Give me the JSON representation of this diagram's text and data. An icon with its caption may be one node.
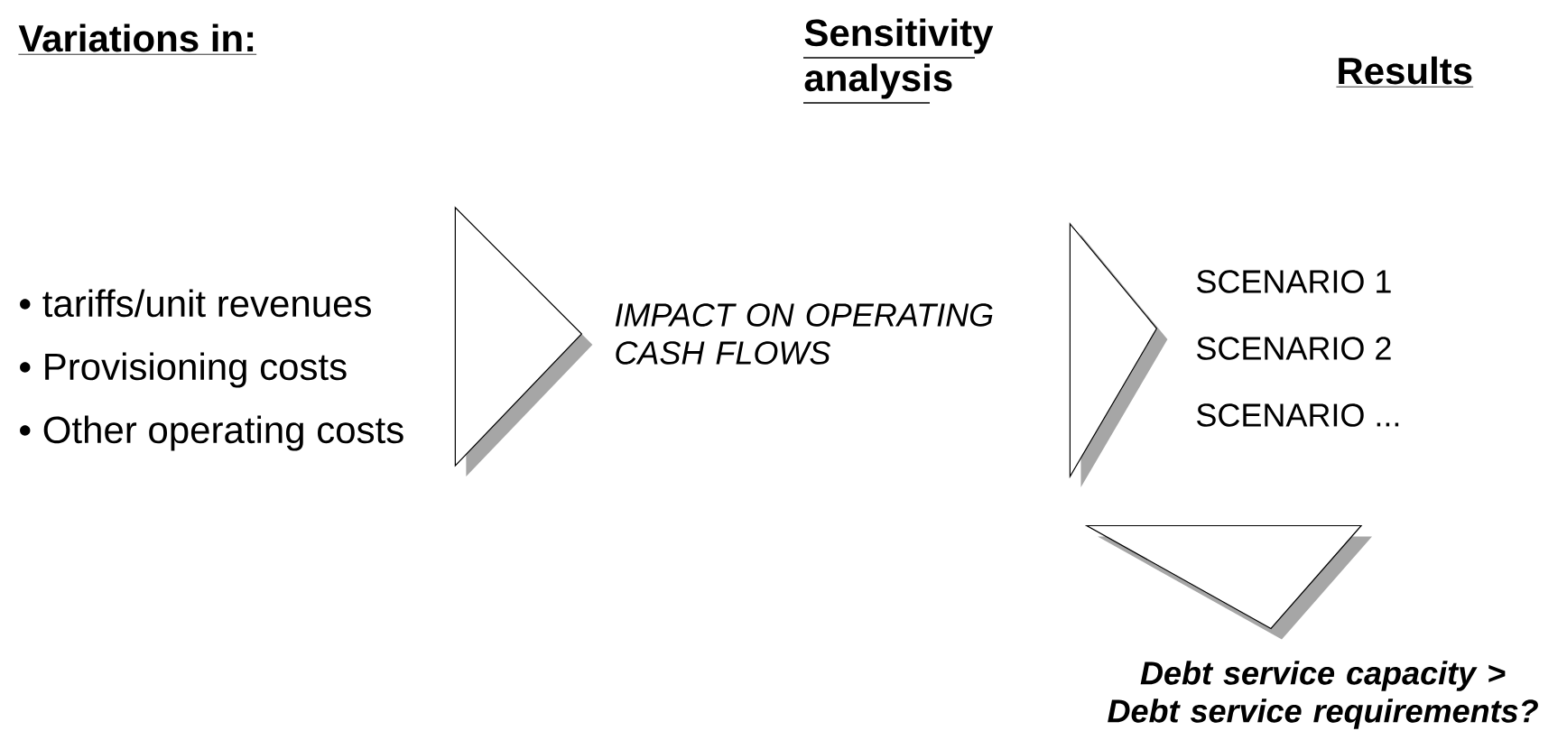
{
  "diagram": {
    "nodes": [
      {
        "text": [
          "• tariffs/unit revenues",
          "• Provisioning costs",
          "• Other operating costs"
        ]
      },
      {
        "text": [
          "IMPACT ON OPERATING CASH FLOWS"
        ]
      },
      {
        "text": [
          "SCENARIO 1",
          "SCENARIO 2",
          "SCENARIO ..."
        ]
      },
      {
        "text": [
          "Debt service capacity > Debt service requirements?"
        ]
      }
    ],
    "edges": [
      {
        "from": 0,
        "to": 1,
        "arrow": "to"
      },
      {
        "from": 1,
        "to": 2,
        "arrow": "to"
      },
      {
        "from": 2,
        "to": 3,
        "arrow": "to"
      }
    ],
    "labels": [
      "Variations in:",
      "Sensitivity analysis",
      "Results"
    ]
  }
}
